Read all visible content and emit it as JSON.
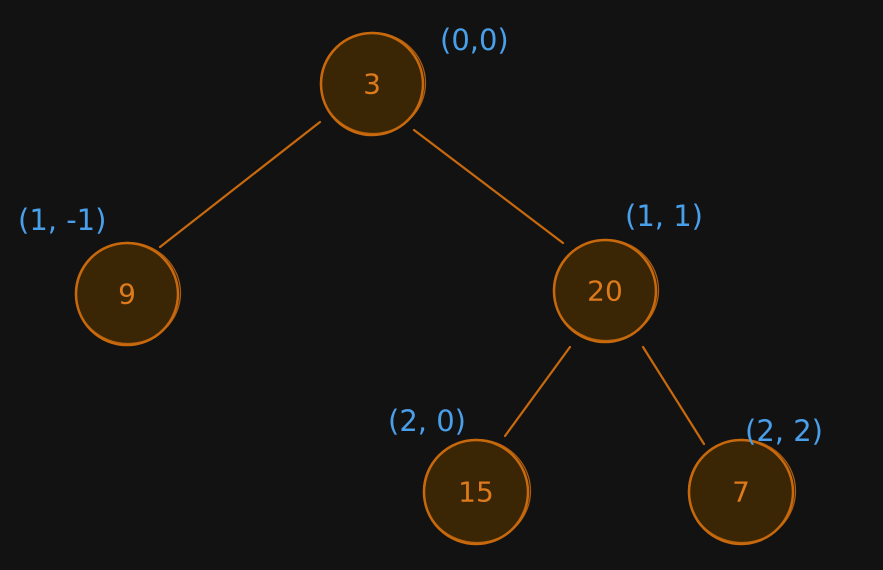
{
  "tree": {
    "nodes": [
      {
        "id": "root",
        "value": "3",
        "coord": "(0,0)"
      },
      {
        "id": "left",
        "value": "9",
        "coord": "(1, -1)"
      },
      {
        "id": "right",
        "value": "20",
        "coord": "(1, 1)"
      },
      {
        "id": "right-left",
        "value": "15",
        "coord": "(2, 0)"
      },
      {
        "id": "right-right",
        "value": "7",
        "coord": "(2, 2)"
      }
    ],
    "edges": [
      {
        "from": "root",
        "to": "left"
      },
      {
        "from": "root",
        "to": "right"
      },
      {
        "from": "right",
        "to": "right-left"
      },
      {
        "from": "right",
        "to": "right-right"
      }
    ],
    "colors": {
      "background": "#121212",
      "node_fill": "#3a2605",
      "node_stroke": "#c8690d",
      "node_text": "#dd7a1c",
      "coord_text": "#4a9fea"
    }
  }
}
